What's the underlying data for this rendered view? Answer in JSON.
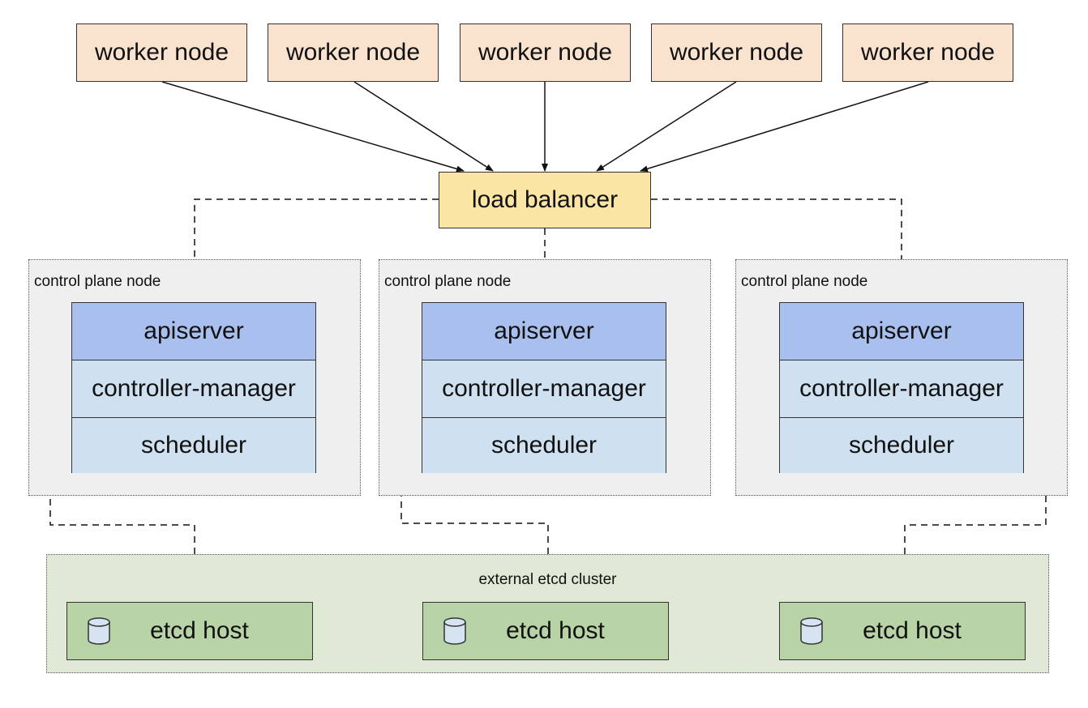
{
  "workers": [
    "worker node",
    "worker node",
    "worker node",
    "worker node",
    "worker node"
  ],
  "load_balancer": "load balancer",
  "control_planes": [
    {
      "label": "control plane node",
      "components": [
        "apiserver",
        "controller-manager",
        "scheduler"
      ]
    },
    {
      "label": "control plane node",
      "components": [
        "apiserver",
        "controller-manager",
        "scheduler"
      ]
    },
    {
      "label": "control plane node",
      "components": [
        "apiserver",
        "controller-manager",
        "scheduler"
      ]
    }
  ],
  "etcd": {
    "label": "external etcd cluster",
    "hosts": [
      "etcd host",
      "etcd host",
      "etcd host"
    ],
    "icon": "database-icon"
  },
  "colors": {
    "worker": "#f9e3cf",
    "load_balancer": "#fbe5a4",
    "apiserver": "#a9c0ee",
    "component": "#cfe0f0",
    "control_plane_bg": "#efefef",
    "etcd_cluster_bg": "#dfe9d6",
    "etcd_host": "#b8d4a6"
  }
}
